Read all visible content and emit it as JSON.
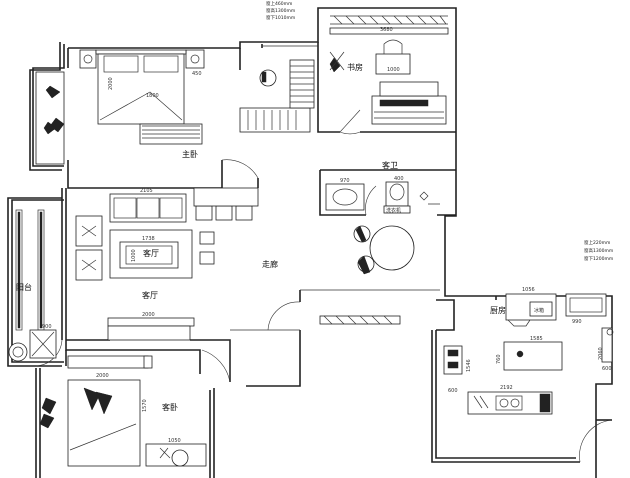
{
  "rooms": {
    "master_bedroom": "主卧",
    "study": "书房",
    "guest_bath": "客卫",
    "living_room": "客厅",
    "living_room_rug": "客厅",
    "corridor": "走廊",
    "balcony": "阳台",
    "kitchen": "厨房",
    "guest_bedroom": "客卧"
  },
  "window_notes": {
    "top": [
      "窗上460mm",
      "窗高1300mm",
      "窗下1010mm"
    ],
    "right": [
      "窗上220mm",
      "窗高1300mm",
      "窗下1200mm"
    ]
  },
  "labels": {
    "fridge": "冰箱",
    "washer": "洗衣机"
  },
  "dimensions": {
    "master_bed_width": "1800",
    "master_bed_length": "2000",
    "master_side": "450",
    "study_desk": "3680",
    "study_chair": "1000",
    "sofa_length": "2105",
    "rug_width": "1738",
    "rug_height": "1000",
    "tv_cabinet": "2000",
    "bath_basin": "970",
    "bath_toilet": "400",
    "kitchen_fridge": "1056",
    "kitchen_counter": "990",
    "kitchen_island": "1585",
    "kitchen_depth": "760",
    "kitchen_side": "1546",
    "kitchen_stove": "2192",
    "kitchen_600a": "600",
    "kitchen_600b": "600",
    "kitchen_right": "2060",
    "guest_bed_width": "2000",
    "guest_bed_length": "1570",
    "guest_desk": "1050",
    "balcony_washer": "900"
  }
}
